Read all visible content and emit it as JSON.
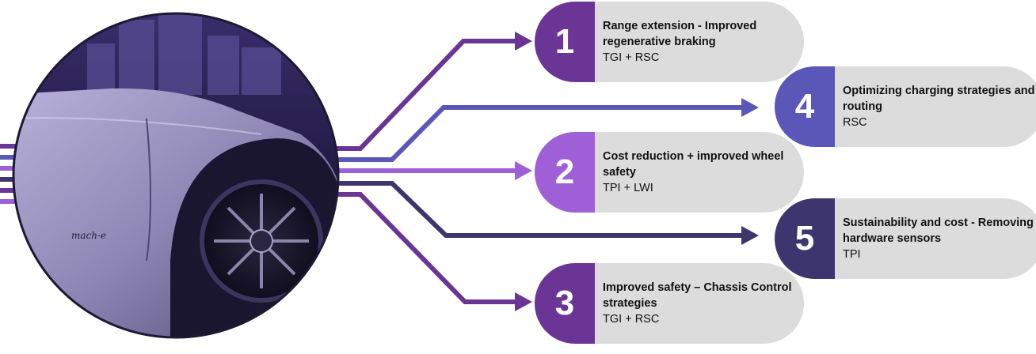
{
  "items": [
    {
      "number": "1",
      "title": "Range extension - Improved regenerative braking",
      "sub": "TGI + RSC",
      "color": "#6a3594"
    },
    {
      "number": "2",
      "title": "Cost reduction + improved wheel safety",
      "sub": "TPI + LWI",
      "color": "#9f5fd7"
    },
    {
      "number": "3",
      "title": "Improved safety – Chassis Control strategies",
      "sub": "TGI + RSC",
      "color": "#6a3594"
    },
    {
      "number": "4",
      "title": "Optimizing charging strategies and routing",
      "sub": "RSC",
      "color": "#5a57b8"
    },
    {
      "number": "5",
      "title": "Sustainability and cost - Removing hardware sensors",
      "sub": "TPI",
      "color": "#3d356e"
    }
  ],
  "photo": {
    "badge_text": "mach-e"
  }
}
